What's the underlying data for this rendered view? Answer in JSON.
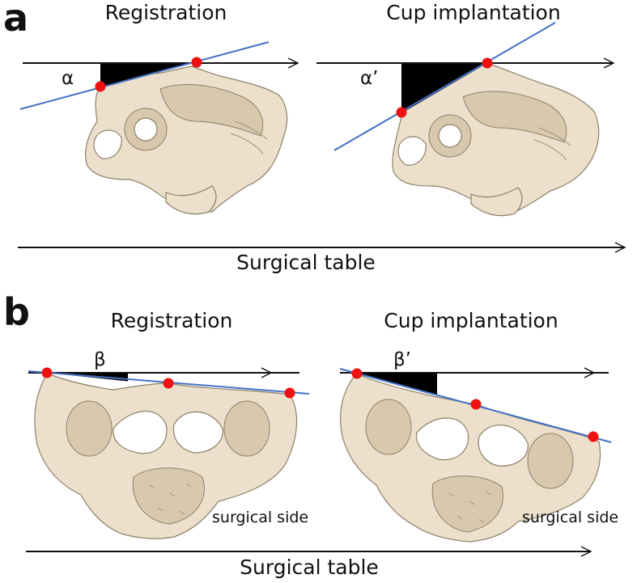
{
  "figure": {
    "panel_a": {
      "letter": "a",
      "left_title": "Registration",
      "right_title": "Cup implantation",
      "left_angle": "α",
      "right_angle": "α’",
      "table_label": "Surgical table"
    },
    "panel_b": {
      "letter": "b",
      "left_title": "Registration",
      "right_title": "Cup implantation",
      "left_angle": "β",
      "right_angle": "β’",
      "left_side_label": "surgical side",
      "right_side_label": "surgical side",
      "table_label": "Surgical table"
    },
    "colors": {
      "reference_line": "#111111",
      "pelvic_plane_line": "#4472c4",
      "landmark": "#ee1111",
      "angle_wedge": "#000000",
      "bone": "#ece0cc"
    },
    "icons": {
      "landmark": "red-dot",
      "line_end": "open-arrowhead"
    }
  }
}
